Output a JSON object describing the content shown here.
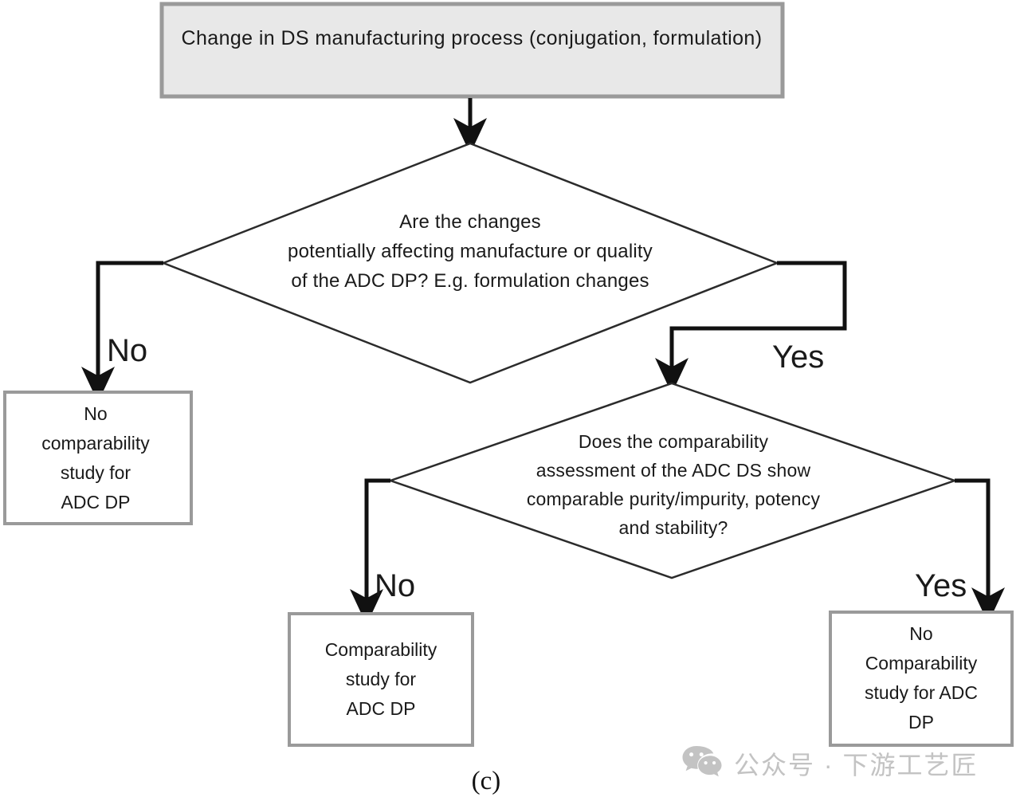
{
  "figure": {
    "caption": "(c)",
    "background": "#ffffff",
    "line_color": "#111111",
    "box_border_color": "#9a9a9a",
    "process_fill": "#e8e8e8",
    "terminal_fill": "#ffffff"
  },
  "nodes": {
    "top_process": {
      "type": "process",
      "text": "Change in DS manufacturing process (conjugation, formulation)"
    },
    "decision_1": {
      "type": "decision",
      "text": "Are the changes\npotentially affecting manufacture or quality\nof the ADC DP? E.g. formulation changes"
    },
    "decision_2": {
      "type": "decision",
      "text": "Does the comparability\nassessment of the ADC DS show\ncomparable purity/impurity, potency\nand stability?"
    },
    "outcome_left": {
      "type": "terminal",
      "text": "No\ncomparability\nstudy for\nADC DP"
    },
    "outcome_middle": {
      "type": "terminal",
      "text": "Comparability\nstudy for\nADC DP"
    },
    "outcome_right": {
      "type": "terminal",
      "text": "No\nComparability\nstudy for ADC\nDP"
    }
  },
  "branch_labels": {
    "decision1_no": "No",
    "decision1_yes": "Yes",
    "decision2_no": "No",
    "decision2_yes": "Yes"
  },
  "watermark": {
    "icon": "wechat-icon",
    "label": "公众号 · 下游工艺匠",
    "color": "#c3c3c3"
  }
}
